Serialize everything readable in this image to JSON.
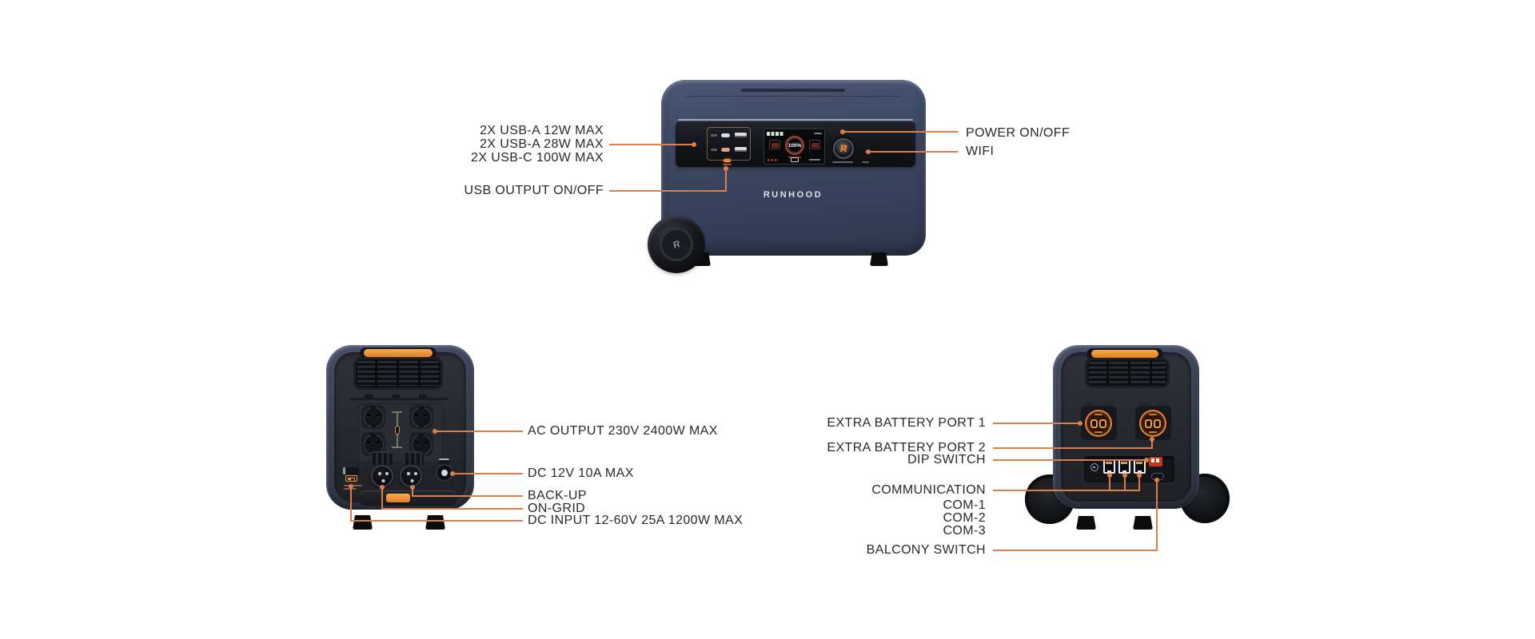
{
  "brand": {
    "name": "RUNHOOD",
    "glyph": "R"
  },
  "screen": {
    "battery": "100%"
  },
  "front_labels": {
    "usb_a_12w": "2X USB-A 12W MAX",
    "usb_a_28w": "2X USB-A 28W MAX",
    "usb_c_100w": "2X USB-C 100W MAX",
    "usb_output": "USB OUTPUT ON/OFF",
    "power": "POWER ON/OFF",
    "wifi": "WIFI"
  },
  "rear_left_labels": {
    "ac_output": "AC OUTPUT 230V 2400W MAX",
    "dc_12v": "DC 12V 10A MAX",
    "back_up": "BACK-UP",
    "on_grid": "ON-GRID",
    "dc_input": "DC INPUT 12-60V 25A 1200W MAX"
  },
  "rear_right_labels": {
    "extra_battery_1": "EXTRA BATTERY PORT 1",
    "extra_battery_2": "EXTRA BATTERY PORT 2",
    "dip_switch": "DIP SWITCH",
    "communication": "COMMUNICATION",
    "com_1": "COM-1",
    "com_2": "COM-2",
    "com_3": "COM-3",
    "balcony_switch": "BALCONY SWITCH"
  },
  "colors": {
    "background": "#FFFFFF",
    "leader_line": "#DC7E49",
    "accent_orange": "#EE8A35",
    "body_navy": "#3D4861",
    "panel_black": "#131419",
    "label_text": "#292929"
  }
}
